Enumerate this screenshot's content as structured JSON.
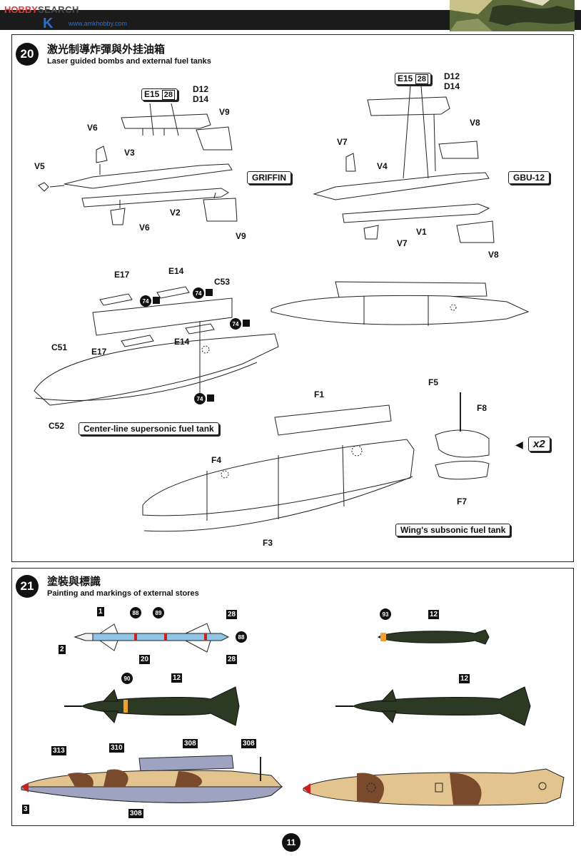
{
  "header": {
    "watermark_brand": "HOBBY",
    "watermark_search": "SEARCH",
    "watermark_url": "www.amkhobby.com",
    "corner_logo_text": "K"
  },
  "step20": {
    "number": "20",
    "title_zh": "激光制導炸彈與外挂油箱",
    "title_en": "Laser guided bombs and external fuel tanks",
    "griffin": {
      "label": "GRIFFIN",
      "parts": {
        "e15": "E15",
        "e15_num": "28",
        "d12": "D12",
        "d14": "D14",
        "v9_top": "V9",
        "v6_top": "V6",
        "v3": "V3",
        "v5": "V5",
        "v2": "V2",
        "v6_bottom": "V6",
        "v9_bottom": "V9"
      }
    },
    "gbu12": {
      "label": "GBU-12",
      "parts": {
        "e15": "E15",
        "e15_num": "28",
        "d12": "D12",
        "d14": "D14",
        "v8_top": "V8",
        "v7_top": "V7",
        "v4": "V4",
        "v1": "V1",
        "v7_bottom": "V7",
        "v8_bottom": "V8"
      }
    },
    "centerline": {
      "label": "Center-line supersonic fuel tank",
      "parts": {
        "e17_top": "E17",
        "e14_top": "E14",
        "c53": "C53",
        "c51": "C51",
        "e17_bottom": "E17",
        "e14_bottom": "E14",
        "c52": "C52",
        "paint_num": "74"
      }
    },
    "wing_tank": {
      "label": "Wing's subsonic fuel tank",
      "multiplier": "x2",
      "parts": {
        "f1": "F1",
        "f5": "F5",
        "f8": "F8",
        "f4": "F4",
        "f7": "F7",
        "f3": "F3"
      }
    }
  },
  "step21": {
    "number": "21",
    "title_zh": "塗裝與標識",
    "title_en": "Painting and markings of external stores",
    "griffin_marks": {
      "m1": "1",
      "m2": "2",
      "m88a": "88",
      "m89": "89",
      "m20": "20",
      "m28a": "28",
      "m88b": "88",
      "m28b": "28"
    },
    "small_bomb": {
      "m93": "93",
      "m12": "12"
    },
    "bomb_left": {
      "m90": "90",
      "m12": "12"
    },
    "bomb_right": {
      "m12": "12"
    },
    "tank_marks": {
      "m313": "313",
      "m310": "310",
      "m308a": "308",
      "m308b": "308",
      "m3": "3",
      "m308c": "308"
    }
  },
  "page_number": "11",
  "colors": {
    "light_blue": "#8fc4e6",
    "olive_drab": "#2c3a24",
    "sand": "#e3c48f",
    "brown": "#7a4a2c",
    "grey_blue": "#9fa3c2",
    "orange": "#f0a030",
    "red_tip": "#cc2020",
    "camo_green": "#6c7d45"
  }
}
